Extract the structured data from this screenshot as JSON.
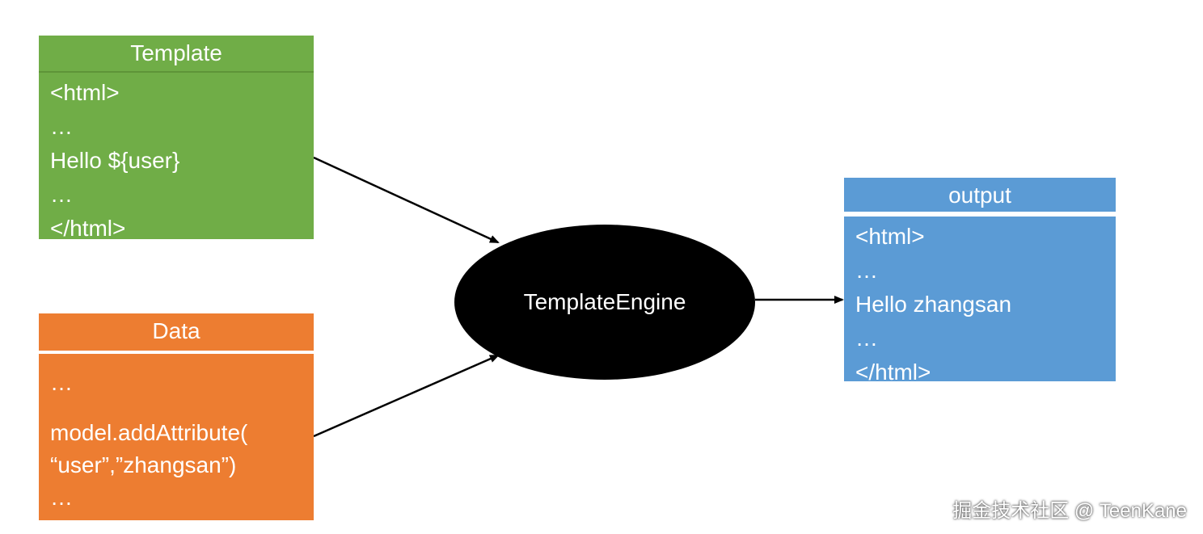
{
  "template": {
    "title": "Template",
    "lines": [
      "<html>",
      "…",
      "Hello ${user}",
      "…",
      "</html>"
    ],
    "color": "#70ad47"
  },
  "data": {
    "title": "Data",
    "lines": [
      "…",
      "model.addAttribute(",
      "“user”,”zhangsan”)",
      "…"
    ],
    "color": "#ed7d31"
  },
  "engine": {
    "label": "TemplateEngine",
    "color": "#000000"
  },
  "output": {
    "title": "output",
    "lines": [
      "<html>",
      "…",
      "Hello zhangsan",
      "…",
      "</html>"
    ],
    "color": "#5b9bd5"
  },
  "watermark": "掘金技术社区 @ TeenKane"
}
